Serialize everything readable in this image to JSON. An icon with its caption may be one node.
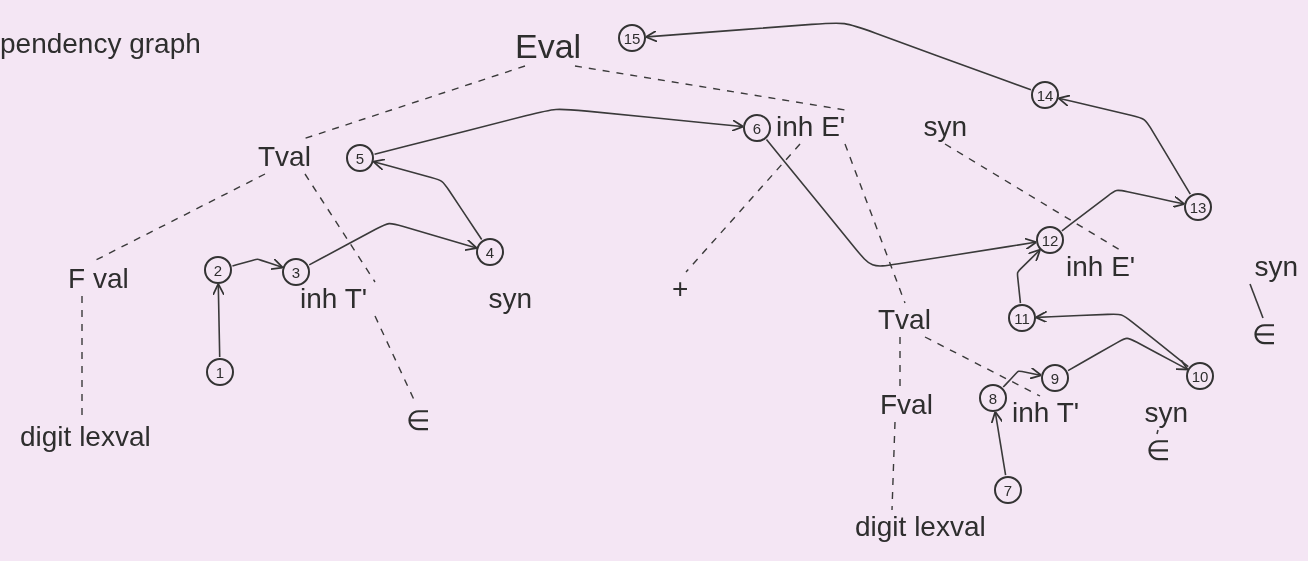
{
  "diagram": {
    "nodes": [
      {
        "text": [
          "Eval"
        ]
      },
      {
        "text": [
          "15"
        ]
      },
      {
        "text": [
          "14"
        ]
      },
      {
        "text": [
          "inh E'",
          "syn"
        ]
      },
      {
        "text": [
          "6"
        ]
      },
      {
        "text": [
          "Tval"
        ]
      },
      {
        "text": [
          "5"
        ]
      },
      {
        "text": [
          "13"
        ]
      },
      {
        "text": [
          "12"
        ]
      },
      {
        "text": [
          "inh E'",
          "syn"
        ]
      },
      {
        "text": [
          "4"
        ]
      },
      {
        "text": [
          "2"
        ]
      },
      {
        "text": [
          "3"
        ]
      },
      {
        "text": [
          "F val"
        ]
      },
      {
        "text": [
          "inh T'",
          "syn"
        ]
      },
      {
        "text": [
          "+"
        ]
      },
      {
        "text": [
          "∈"
        ]
      },
      {
        "text": [
          "Tval"
        ]
      },
      {
        "text": [
          "11"
        ]
      },
      {
        "text": [
          "1"
        ]
      },
      {
        "text": [
          "10"
        ]
      },
      {
        "text": [
          "9"
        ]
      },
      {
        "text": [
          "8"
        ]
      },
      {
        "text": [
          "Fval"
        ]
      },
      {
        "text": [
          "inh T'",
          "syn"
        ]
      },
      {
        "text": [
          "∈"
        ]
      },
      {
        "text": [
          "digit lexval"
        ]
      },
      {
        "text": [
          "∈"
        ]
      },
      {
        "text": [
          "7"
        ]
      },
      {
        "text": [
          "digit lexval"
        ]
      }
    ],
    "edges": [
      {
        "from": 19,
        "to": 11,
        "arrow": "to"
      },
      {
        "from": 11,
        "to": 12,
        "arrow": "to"
      },
      {
        "from": 12,
        "to": 10,
        "arrow": "to"
      },
      {
        "from": 10,
        "to": 6,
        "arrow": "to"
      },
      {
        "from": 6,
        "to": 4,
        "arrow": "to"
      },
      {
        "from": 4,
        "to": 8,
        "arrow": "to"
      },
      {
        "from": 8,
        "to": 7,
        "arrow": "to"
      },
      {
        "from": 7,
        "to": 2,
        "arrow": "to"
      },
      {
        "from": 2,
        "to": 1,
        "arrow": "to"
      },
      {
        "from": 28,
        "to": 22,
        "arrow": "to"
      },
      {
        "from": 22,
        "to": 21,
        "arrow": "to"
      },
      {
        "from": 21,
        "to": 20,
        "arrow": "to"
      },
      {
        "from": 20,
        "to": 18,
        "arrow": "to"
      },
      {
        "from": 18,
        "to": 8,
        "arrow": "to"
      },
      {
        "from": 0,
        "to": 5,
        "arrow": "none",
        "style": "dashed"
      },
      {
        "from": 0,
        "to": 3,
        "arrow": "none",
        "style": "dashed"
      },
      {
        "from": 5,
        "to": 13,
        "arrow": "none",
        "style": "dashed"
      },
      {
        "from": 5,
        "to": 14,
        "arrow": "none",
        "style": "dashed"
      },
      {
        "from": 13,
        "to": 26,
        "arrow": "none",
        "style": "dashed"
      },
      {
        "from": 14,
        "to": 25,
        "arrow": "none",
        "style": "dashed"
      },
      {
        "from": 3,
        "to": 15,
        "arrow": "none",
        "style": "dashed"
      },
      {
        "from": 3,
        "to": 17,
        "arrow": "none",
        "style": "dashed"
      },
      {
        "from": 3,
        "to": 9,
        "arrow": "none",
        "style": "dashed"
      },
      {
        "from": 17,
        "to": 23,
        "arrow": "none",
        "style": "dashed"
      },
      {
        "from": 17,
        "to": 24,
        "arrow": "none",
        "style": "dashed"
      },
      {
        "from": 23,
        "to": 29,
        "arrow": "none",
        "style": "dashed"
      },
      {
        "from": 24,
        "to": 27,
        "arrow": "none"
      },
      {
        "from": 9,
        "to": 16,
        "arrow": "none"
      }
    ],
    "labels": [
      "pendency graph"
    ]
  }
}
